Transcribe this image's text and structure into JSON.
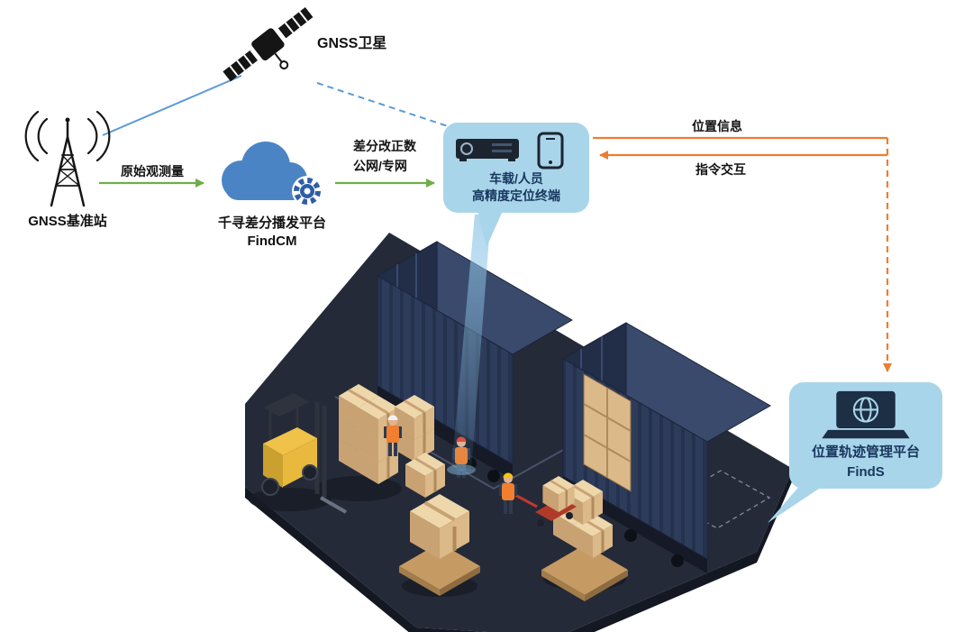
{
  "satellite": {
    "label": "GNSS卫星"
  },
  "base_station": {
    "label": "GNSS基准站"
  },
  "cloud_platform": {
    "name": "千寻差分播发平台",
    "product": "FindCM"
  },
  "terminal": {
    "line1": "车载/人员",
    "line2": "高精度定位终端"
  },
  "management_platform": {
    "name": "位置轨迹管理平台",
    "product": "FindS"
  },
  "flows": {
    "raw_observation": "原始观测量",
    "correction_line1": "差分改正数",
    "correction_line2": "公网/专网",
    "position_info": "位置信息",
    "command_interaction": "指令交互"
  },
  "colors": {
    "bubble": "#a9d5ea",
    "bubble_text": "#17365d",
    "green_arrow": "#70ad47",
    "blue_line": "#5b9bd5",
    "orange_arrow": "#ed7d31",
    "cloud_blue": "#4b84c4",
    "gear_blue": "#2e5da6",
    "container_front": "#2e3c5c",
    "floor": "#242a38",
    "crate_tan": "#dcb988",
    "forklift_yellow": "#e8b93c"
  },
  "scene": {
    "name": "container-yard-illustration"
  }
}
